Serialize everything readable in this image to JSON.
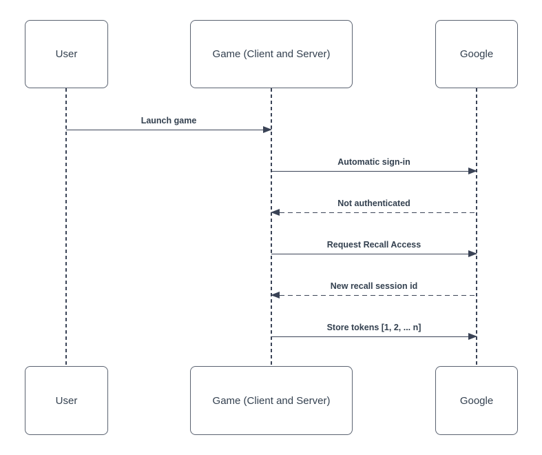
{
  "diagram": {
    "type": "sequence-diagram",
    "actors": [
      {
        "id": "user",
        "label": "User"
      },
      {
        "id": "game",
        "label": "Game (Client and Server)"
      },
      {
        "id": "google",
        "label": "Google"
      }
    ],
    "messages": [
      {
        "label": "Launch game",
        "from": "user",
        "to": "game",
        "line_style": "solid"
      },
      {
        "label": "Automatic sign-in",
        "from": "game",
        "to": "google",
        "line_style": "solid"
      },
      {
        "label": "Not authenticated",
        "from": "google",
        "to": "game",
        "line_style": "dashed"
      },
      {
        "label": "Request Recall Access",
        "from": "game",
        "to": "google",
        "line_style": "solid"
      },
      {
        "label": "New recall session id",
        "from": "google",
        "to": "game",
        "line_style": "dashed"
      },
      {
        "label": "Store tokens [1, 2, ... n]",
        "from": "game",
        "to": "google",
        "line_style": "solid"
      }
    ],
    "colors": {
      "line": "#3A4356",
      "text": "#33404F",
      "box_border": "#5A6270",
      "background": "#FFFFFF"
    }
  }
}
